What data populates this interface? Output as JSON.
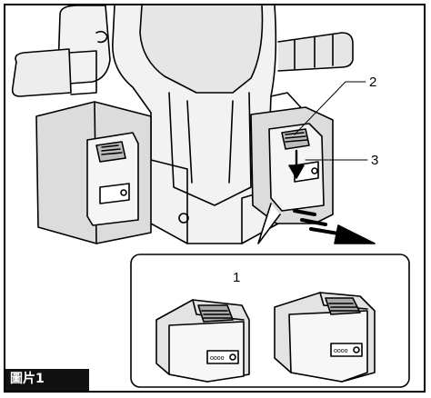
{
  "figure": {
    "caption": "圖片1",
    "callouts": {
      "c1": "1",
      "c2": "2",
      "c3": "3"
    },
    "battery_label": "oooo"
  }
}
